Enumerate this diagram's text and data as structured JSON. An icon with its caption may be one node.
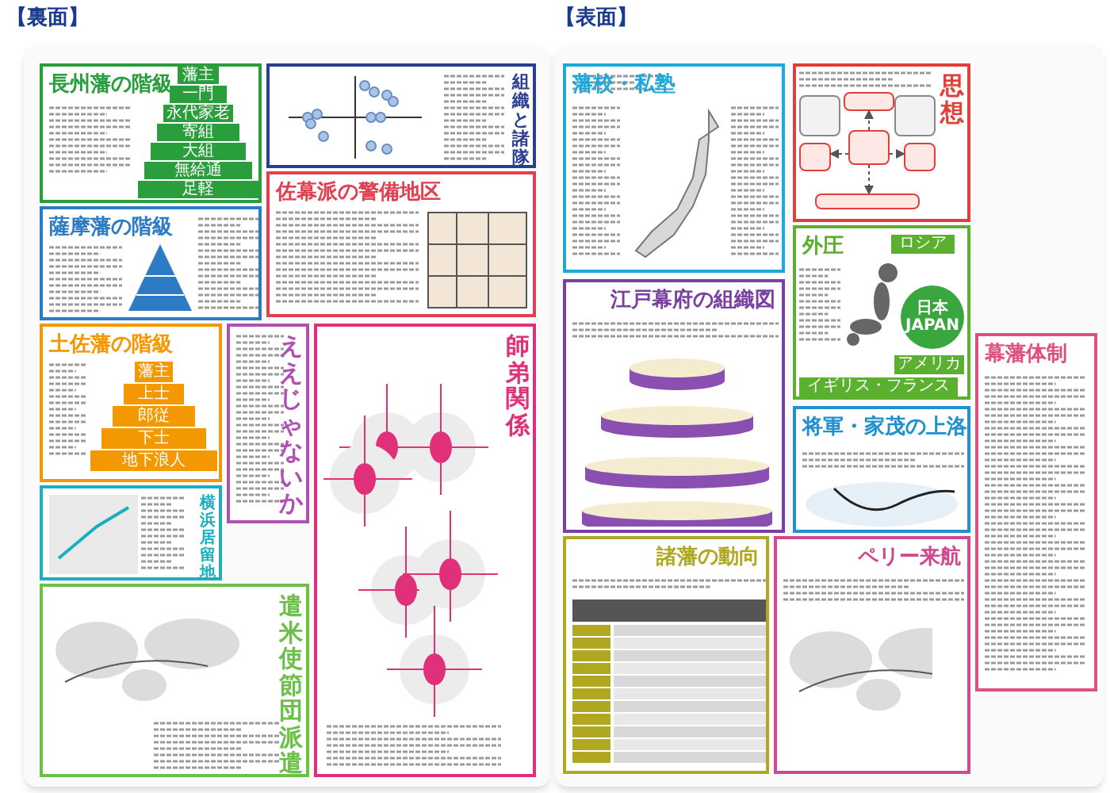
{
  "diagram": {
    "nodes": [
      {
        "text": [
          "長州藩の階級"
        ]
      },
      {
        "text": [
          "藩主"
        ],
        "in": 0
      },
      {
        "text": [
          "一門"
        ],
        "in": 0
      },
      {
        "text": [
          "永代家老"
        ],
        "in": 0
      },
      {
        "text": [
          "寄組"
        ],
        "in": 0
      },
      {
        "text": [
          "大組"
        ],
        "in": 0
      },
      {
        "text": [
          "無給通"
        ],
        "in": 0
      },
      {
        "text": [
          "足軽"
        ],
        "in": 0
      },
      {
        "text": [
          "組織と諸隊"
        ]
      },
      {
        "text": [
          "薩摩藩の階級"
        ]
      },
      {
        "text": [
          "佐幕派の警備地区"
        ]
      },
      {
        "text": [
          "土佐藩の階級"
        ]
      },
      {
        "text": [
          "藩主"
        ],
        "in": 11
      },
      {
        "text": [
          "上士"
        ],
        "in": 11
      },
      {
        "text": [
          "郎従"
        ],
        "in": 11
      },
      {
        "text": [
          "下士"
        ],
        "in": 11
      },
      {
        "text": [
          "地下浪人"
        ],
        "in": 11
      },
      {
        "text": [
          "ええじゃないか"
        ]
      },
      {
        "text": [
          "師弟関係"
        ]
      },
      {
        "text": [
          "横浜居留地"
        ]
      },
      {
        "text": [
          "遣米使節団派遣"
        ]
      },
      {
        "text": [
          "藩校・私塾"
        ]
      },
      {
        "text": [
          "思想"
        ]
      },
      {
        "text": [],
        "shape": "box",
        "in": 22
      },
      {
        "text": [],
        "shape": "box",
        "in": 22
      },
      {
        "text": [],
        "shape": "box",
        "in": 22
      },
      {
        "text": [],
        "shape": "box",
        "in": 22
      },
      {
        "text": [],
        "shape": "box",
        "in": 22
      },
      {
        "text": [],
        "shape": "box",
        "in": 22
      },
      {
        "text": [],
        "shape": "box",
        "in": 22
      },
      {
        "text": [
          "外圧"
        ]
      },
      {
        "text": [
          "ロシア"
        ],
        "in": 30
      },
      {
        "text": [
          "イギリス・フランス"
        ],
        "in": 30
      },
      {
        "text": [
          "アメリカ"
        ],
        "in": 30
      },
      {
        "text": [
          "日本 JAPAN"
        ],
        "in": 30
      },
      {
        "text": [
          "幕藩体制"
        ]
      },
      {
        "text": [
          "江戸幕府の組織図"
        ]
      },
      {
        "text": [
          "将軍・家茂の上洛"
        ]
      },
      {
        "text": [
          "諸藩の動向"
        ]
      },
      {
        "text": [
          "ペリー来航"
        ]
      }
    ],
    "edges": [
      {
        "from": 26,
        "to": 23,
        "arrow": "to",
        "style": "dashed"
      },
      {
        "from": 26,
        "to": 27,
        "arrow": "to",
        "style": "dashed"
      },
      {
        "from": 26,
        "to": 28,
        "arrow": "to",
        "style": "dashed"
      },
      {
        "from": 26,
        "to": 29,
        "arrow": "to",
        "style": "dashed"
      }
    ],
    "labels": [
      "【裏面】",
      "【表面】"
    ]
  }
}
